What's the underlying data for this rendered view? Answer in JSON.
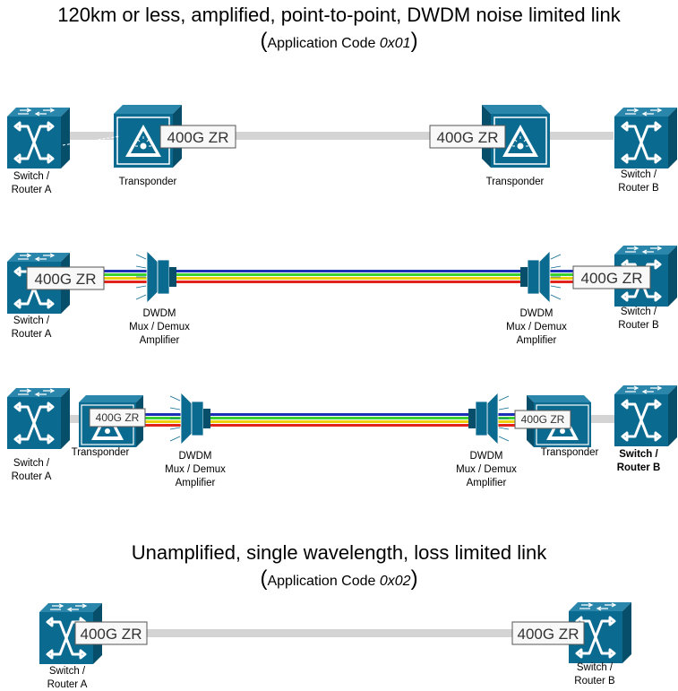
{
  "titles": {
    "top_main": "120km or less, amplified, point-to-point, DWDM noise limited link",
    "top_sub_open": "(",
    "top_sub_text": "Application Code ",
    "top_sub_code": "0x01",
    "top_sub_close": ")",
    "bottom_main": "Unamplified, single wavelength, loss limited link",
    "bottom_sub_open": "(",
    "bottom_sub_text": "Application Code ",
    "bottom_sub_code": "0x02",
    "bottom_sub_close": ")"
  },
  "labels": {
    "zr": "400G ZR",
    "switch_line1": "Switch /",
    "router_a": "Router A",
    "router_b": "Router B",
    "transponder": "Transponder",
    "dwdm": "DWDM",
    "mux_demux": "Mux / Demux",
    "amplifier": "Amplifier"
  },
  "colors": {
    "device_blue": "#0b6a8f",
    "device_dark": "#074e6b",
    "device_light": "#2b86ab",
    "fiber_gray": "#d4d4d4",
    "wave_blue": "#1a2fb5",
    "wave_green": "#3ad12e",
    "wave_yellow": "#ecd10a",
    "wave_red": "#e2231a"
  }
}
